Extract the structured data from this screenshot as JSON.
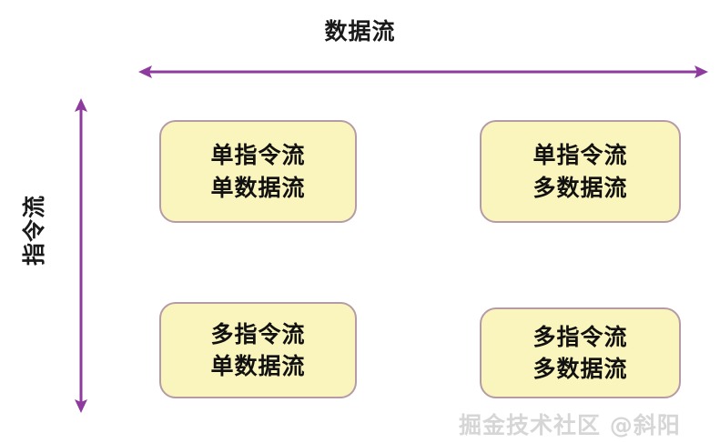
{
  "diagram": {
    "title_horizontal": "数据流",
    "title_vertical": "指令流",
    "accent_color": "#8e3a9e",
    "box_fill": "#faf4bd",
    "box_border": "#b59ba6",
    "background": "#ffffff"
  },
  "axes": {
    "horizontal": {
      "label": "数据流",
      "arrow_style": "double-headed",
      "color": "#8e3a9e"
    },
    "vertical": {
      "label": "指令流",
      "arrow_style": "double-headed",
      "color": "#8e3a9e"
    }
  },
  "quadrants": [
    {
      "id": "sisd",
      "line1": "单指令流",
      "line2": "单数据流"
    },
    {
      "id": "simd",
      "line1": "单指令流",
      "line2": "多数据流"
    },
    {
      "id": "misd",
      "line1": "多指令流",
      "line2": "单数据流"
    },
    {
      "id": "mimd",
      "line1": "多指令流",
      "line2": "多数据流"
    }
  ],
  "watermark": {
    "text": "掘金技术社区 @斜阳"
  }
}
